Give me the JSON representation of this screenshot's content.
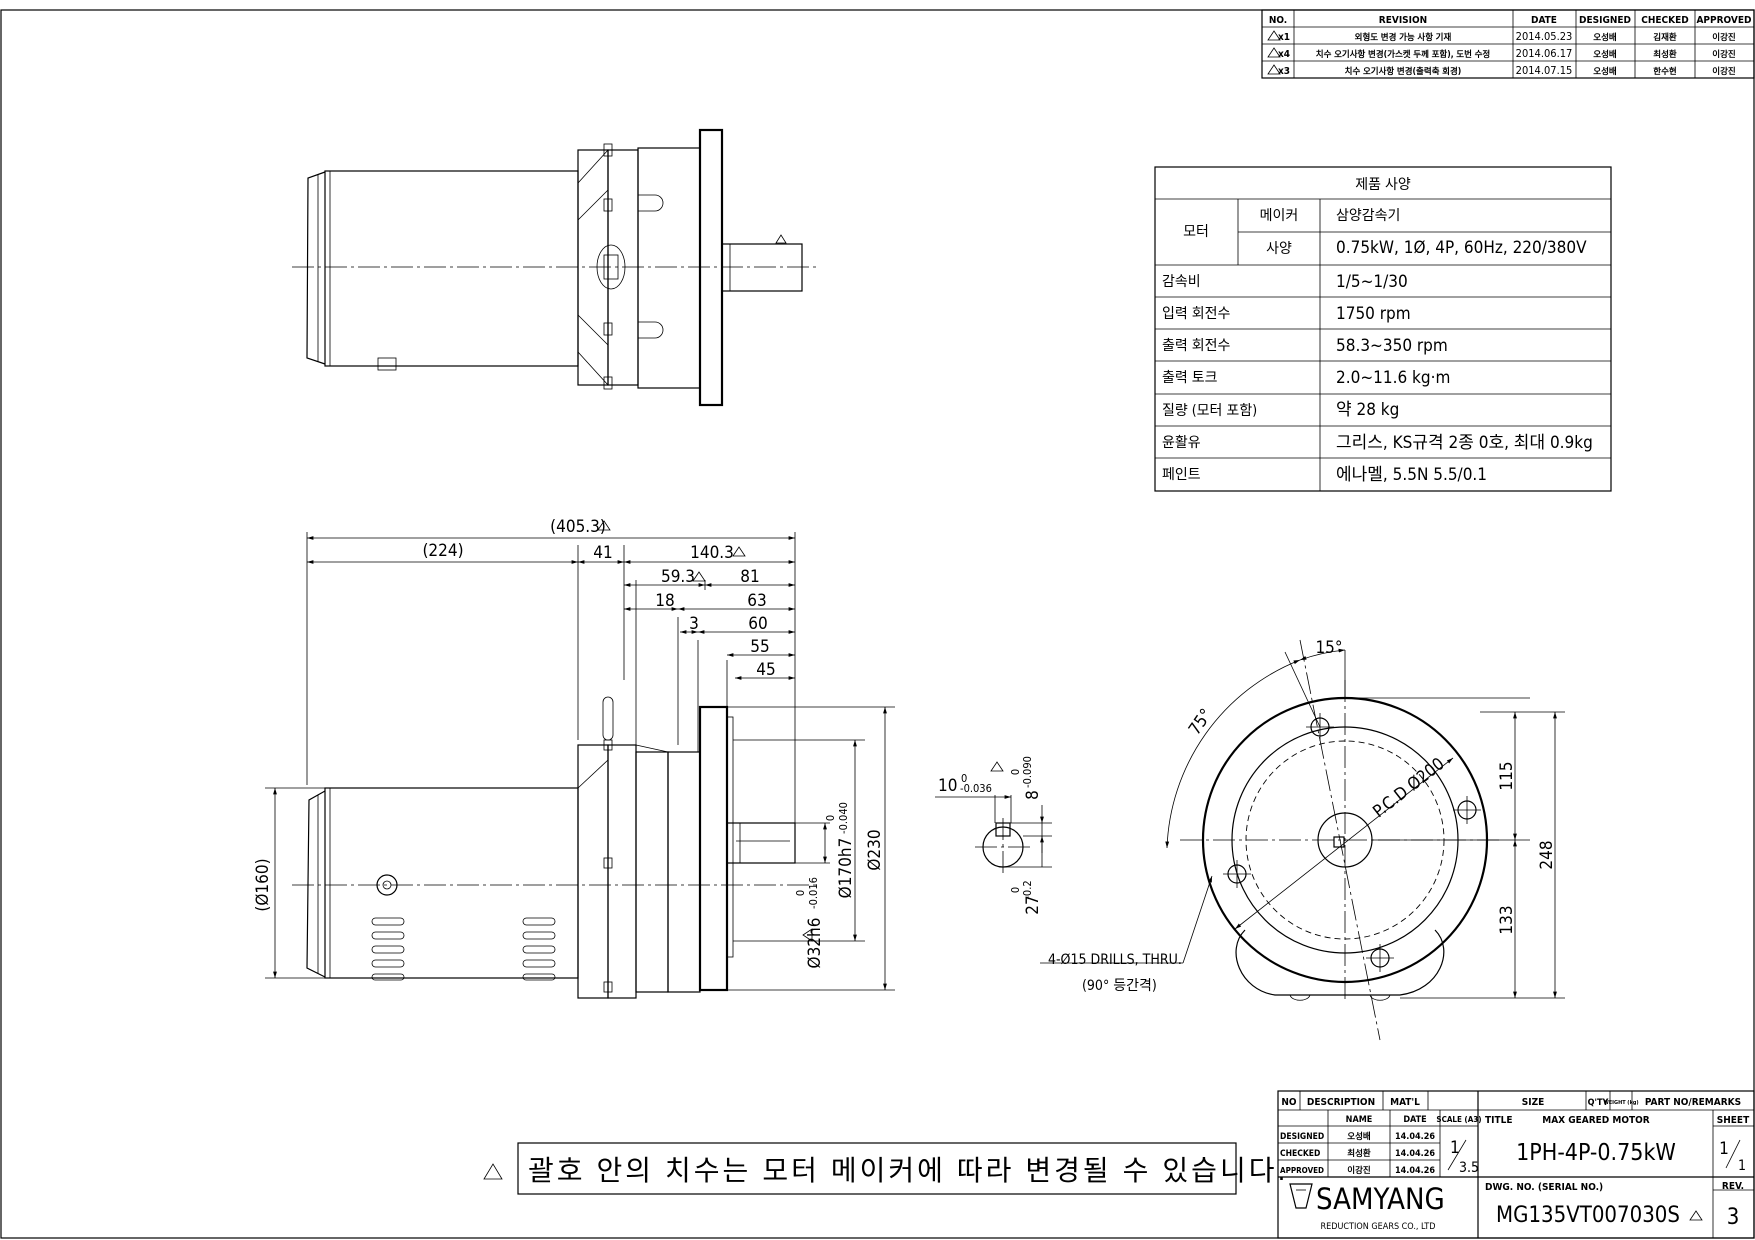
{
  "revision_table": {
    "headers": [
      "NO.",
      "REVISION",
      "DATE",
      "DESIGNED",
      "CHECKED",
      "APPROVED"
    ],
    "rows": [
      {
        "no": "x1",
        "revision": "외형도 변경 가능 사항 기재",
        "date": "2014.05.23",
        "designed": "오성배",
        "checked": "김재환",
        "approved": "이강진"
      },
      {
        "no": "x4",
        "revision": "치수 오기사항 변경(가스켓 두께 포함), 도번 수정",
        "date": "2014.06.17",
        "designed": "오성배",
        "checked": "최성환",
        "approved": "이강진"
      },
      {
        "no": "x3",
        "revision": "치수 오기사항 변경(출력축 회경)",
        "date": "2014.07.15",
        "designed": "오성배",
        "checked": "한수현",
        "approved": "이강진"
      }
    ]
  },
  "spec_table": {
    "title": "제품 사양",
    "motor_label": "모터",
    "rows": [
      {
        "label": "메이커",
        "value": "삼양감속기"
      },
      {
        "label": "사양",
        "value": "0.75kW, 1Ø, 4P, 60Hz, 220/380V"
      },
      {
        "label": "감속비",
        "value": "1/5~1/30"
      },
      {
        "label": "입력 회전수",
        "value": "1750 rpm"
      },
      {
        "label": "출력 회전수",
        "value": "58.3~350 rpm"
      },
      {
        "label": "출력 토크",
        "value": "2.0~11.6 kg·m"
      },
      {
        "label": "질량 (모터 포함)",
        "value": "약 28 kg"
      },
      {
        "label": "윤활유",
        "value": "그리스, KS규격 2종 0호, 최대 0.9kg"
      },
      {
        "label": "페인트",
        "value": "에나멜, 5.5N 5.5/0.1"
      }
    ]
  },
  "dimensions": {
    "overall": "(405.3)",
    "motor_length": "(224)",
    "d41": "41",
    "gear_length": "140.3",
    "d59": "59.3",
    "d81": "81",
    "d18": "18",
    "d63": "63",
    "d3": "3",
    "d60": "60",
    "d55": "55",
    "d45": "45",
    "motor_dia": "(Ø160)",
    "shaft_dia": "Ø32h6",
    "shaft_tol_top": "0",
    "shaft_tol_bot": "-0.016",
    "spigot_dia": "Ø170h7",
    "spigot_tol_top": "0",
    "spigot_tol_bot": "-0.040",
    "flange_dia": "Ø230",
    "key_width": "10",
    "key_width_tol_top": "0",
    "key_width_tol_bot": "-0.036",
    "key_height": "8",
    "key_height_tol_top": "0",
    "key_height_tol_bot": "-0.090",
    "key_depth": "27",
    "key_depth_tol_top": "0",
    "key_depth_tol_bot": "-0.2",
    "angle_15": "15°",
    "angle_75": "75°",
    "pcd": "P.C.D Ø200",
    "d115": "115",
    "d248": "248",
    "d133": "133",
    "drills": "4-Ø15 DRILLS, THRU.",
    "drills_note": "(90° 등간격)"
  },
  "note": "괄호 안의 치수는 모터 메이커에 따라 변경될 수 있습니다.",
  "title_block": {
    "h_no": "NO",
    "h_desc": "DESCRIPTION",
    "h_matl": "MAT'L",
    "h_size": "SIZE",
    "h_qty": "Q'TY",
    "h_weight": "WEIGHT (kg)",
    "h_part": "PART NO/REMARKS",
    "h_name": "NAME",
    "h_date": "DATE",
    "h_scale": "SCALE (A3)",
    "scale_num": "1",
    "scale_den": "3.5",
    "designed_label": "DESIGNED",
    "designed_name": "오성배",
    "designed_date": "14.04.26",
    "checked_label": "CHECKED",
    "checked_name": "최성환",
    "checked_date": "14.04.26",
    "approved_label": "APPROVED",
    "approved_name": "이강진",
    "approved_date": "14.04.26",
    "title_label": "TITLE",
    "title_value": "MAX GEARED MOTOR",
    "model": "1PH-4P-0.75kW",
    "sheet_label": "SHEET",
    "sheet_num": "1",
    "sheet_den": "1",
    "dwg_label": "DWG. NO. (SERIAL NO.)",
    "dwg_no": "MG135VT007030S",
    "rev_label": "REV.",
    "rev_value": "3",
    "company": "SAMYANG",
    "company_sub": "REDUCTION GEARS CO., LTD"
  }
}
